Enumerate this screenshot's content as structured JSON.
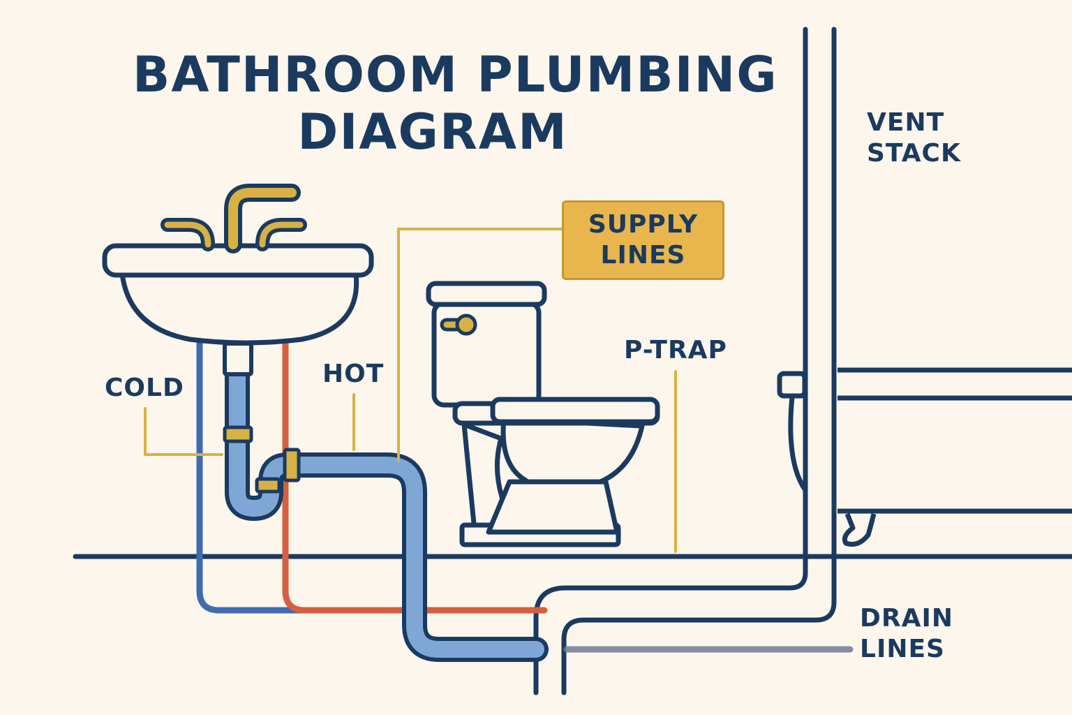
{
  "title": {
    "line1": "BATHROOM PLUMBING",
    "line2": "DIAGRAM"
  },
  "labels": {
    "vent_stack": {
      "line1": "VENT",
      "line2": "STACK"
    },
    "supply_lines": {
      "line1": "SUPPLY",
      "line2": "LINES"
    },
    "p_trap": "P-TRAP",
    "cold": "COLD",
    "hot": "HOT",
    "drain_lines": {
      "line1": "DRAIN",
      "line2": "LINES"
    }
  },
  "colors": {
    "background": "#FCF6EC",
    "outline": "#1B3A5F",
    "cold_line": "#3F6CB0",
    "hot_line": "#D5603F",
    "drain_pipe": "#7FA7D6",
    "brass": "#D8B144",
    "supply_box": "#E8B64C"
  }
}
